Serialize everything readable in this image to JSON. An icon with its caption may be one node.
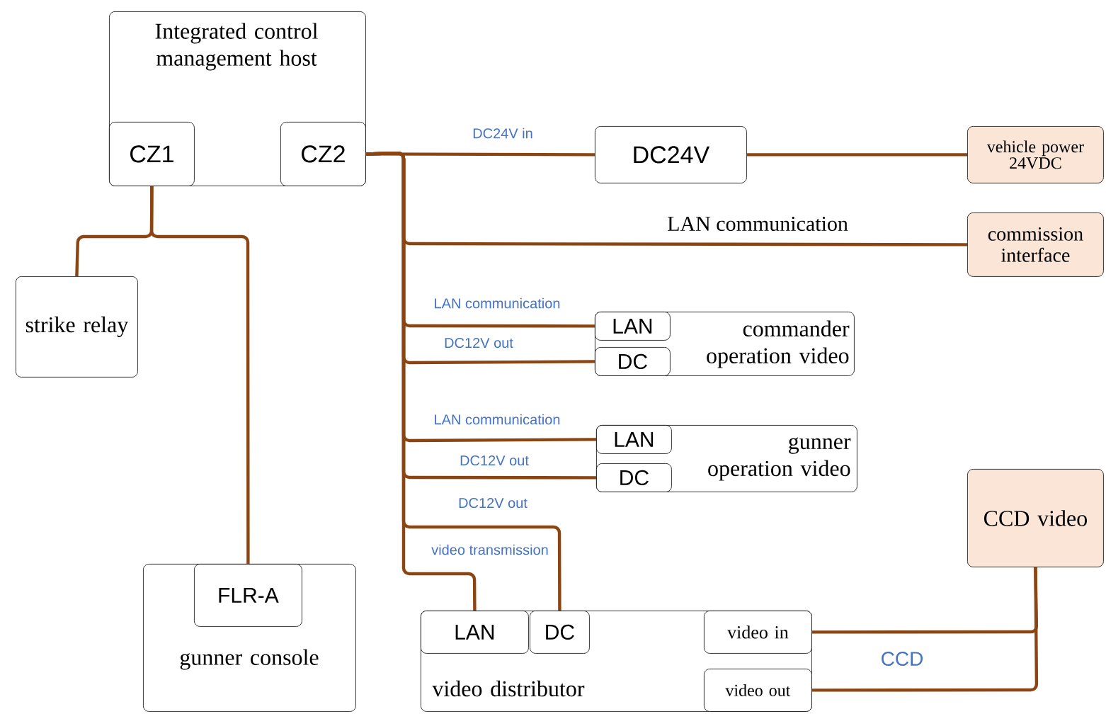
{
  "diagram": {
    "nodes": [
      {
        "text": [
          "Integrated control management host"
        ]
      },
      {
        "text": [
          "CZ1"
        ],
        "in": 0
      },
      {
        "text": [
          "CZ2"
        ],
        "in": 0
      },
      {
        "text": [
          "DC24V"
        ]
      },
      {
        "text": [
          "vehicle power 24VDC"
        ]
      },
      {
        "text": [
          "commission interface"
        ]
      },
      {
        "text": [
          "strike relay"
        ]
      },
      {
        "text": [
          "commander operation video"
        ]
      },
      {
        "text": [
          "LAN"
        ],
        "in": 7
      },
      {
        "text": [
          "DC"
        ],
        "in": 7
      },
      {
        "text": [
          "gunner operation video"
        ]
      },
      {
        "text": [
          "LAN"
        ],
        "in": 10
      },
      {
        "text": [
          "DC"
        ],
        "in": 10
      },
      {
        "text": [
          "gunner console"
        ]
      },
      {
        "text": [
          "FLR-A"
        ],
        "in": 13
      },
      {
        "text": [
          "CCD video"
        ]
      },
      {
        "text": [
          "video distributor"
        ]
      },
      {
        "text": [
          "LAN"
        ],
        "in": 16
      },
      {
        "text": [
          "DC"
        ],
        "in": 16
      },
      {
        "text": [
          "video in"
        ],
        "in": 16
      },
      {
        "text": [
          "video out"
        ],
        "in": 16
      }
    ],
    "edges": [
      {
        "from": 2,
        "to": 3,
        "arrow": "none",
        "label": "DC24V in"
      },
      {
        "from": 3,
        "to": 4,
        "arrow": "none"
      },
      {
        "from": 2,
        "to": 5,
        "arrow": "none",
        "label": "LAN communication"
      },
      {
        "from": 1,
        "to": 6,
        "arrow": "none"
      },
      {
        "from": 1,
        "to": 14,
        "arrow": "none"
      },
      {
        "from": 2,
        "to": 8,
        "arrow": "none",
        "label": "LAN communication"
      },
      {
        "from": 2,
        "to": 9,
        "arrow": "none",
        "label": "DC12V out"
      },
      {
        "from": 2,
        "to": 11,
        "arrow": "none",
        "label": "LAN communication"
      },
      {
        "from": 2,
        "to": 12,
        "arrow": "none",
        "label": "DC12V out"
      },
      {
        "from": 2,
        "to": 18,
        "arrow": "none",
        "label": "DC12V out"
      },
      {
        "from": 2,
        "to": 17,
        "arrow": "none",
        "label": "video transmission"
      },
      {
        "from": 15,
        "to": 19,
        "arrow": "none"
      },
      {
        "from": 15,
        "to": 20,
        "arrow": "none",
        "label": "CCD"
      }
    ]
  }
}
